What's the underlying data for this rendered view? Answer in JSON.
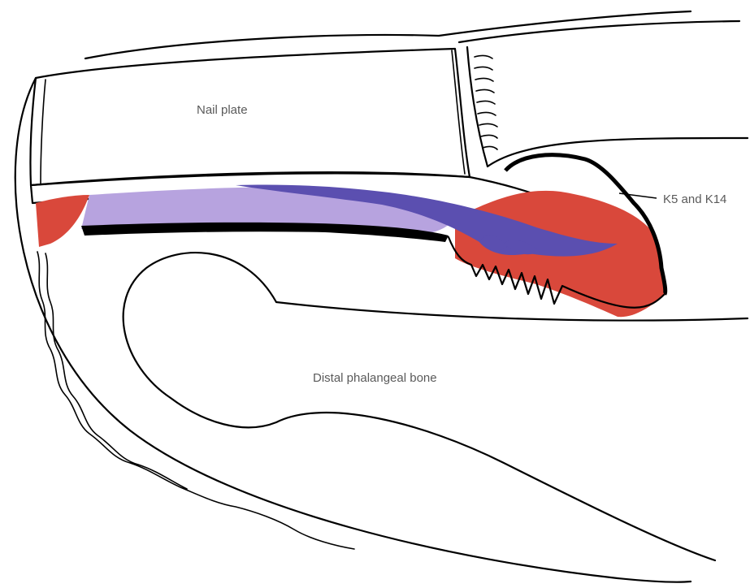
{
  "labels": {
    "nail_plate": "Nail plate",
    "bone": "Distal phalangeal bone",
    "keratin": "K5 and K14"
  },
  "colors": {
    "red_region": "#d9483b",
    "lilac_region": "#b7a3df",
    "purple_region": "#5b4fb0",
    "outline": "#000000",
    "label_text": "#5a5a5a"
  }
}
